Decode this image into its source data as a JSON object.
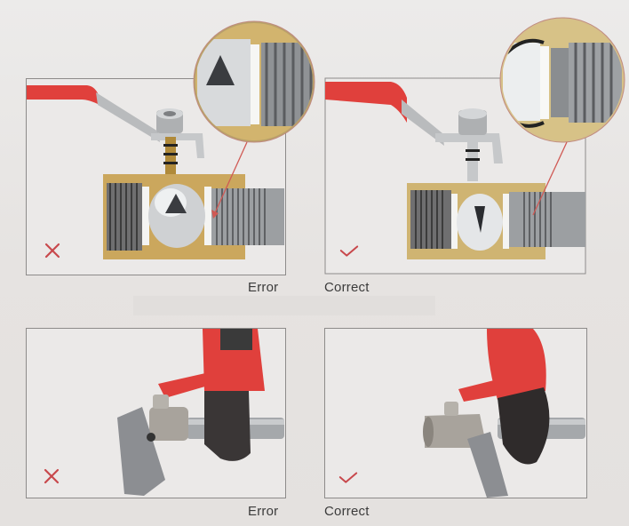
{
  "sections": [
    {
      "id": "installation-orientation",
      "panels": [
        {
          "verdict": "error",
          "label": "Error",
          "mark": "cross-icon",
          "mark_color": "#c8484c",
          "description": "Valve seat/ball side mounted against pipe thread - thread presses seat"
        },
        {
          "verdict": "correct",
          "label": "Correct",
          "mark": "check-icon",
          "mark_color": "#c8484c",
          "description": "Valve installed with clearance between pipe thread and seat"
        }
      ]
    },
    {
      "id": "wrench-usage",
      "panels": [
        {
          "verdict": "error",
          "label": "Error",
          "mark": "cross-icon",
          "mark_color": "#c8484c",
          "description": "Wrench holding valve body on far end while pipe wrench turns pipe"
        },
        {
          "verdict": "correct",
          "label": "Correct",
          "mark": "check-icon",
          "mark_color": "#c8484c",
          "description": "Wrench holds valve hex next to the pipe connection"
        }
      ]
    }
  ],
  "colors": {
    "handle_red": "#e0403c",
    "brass": "#c9a65a",
    "steel": "#a9acaf",
    "frame": "#8d8b8a",
    "text": "#3b3b3b"
  }
}
